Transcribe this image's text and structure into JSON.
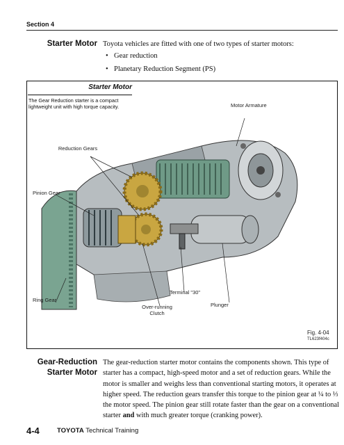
{
  "header": {
    "section": "Section 4"
  },
  "starter_motor": {
    "heading": "Starter Motor",
    "intro": "Toyota vehicles are fitted with one of two types of starter motors:",
    "bullets": [
      "Gear reduction",
      "Planetary Reduction Segment (PS)"
    ]
  },
  "figure": {
    "title": "Starter Motor",
    "caption": "The Gear Reduction starter is a compact lightweight unit with high torque capacity.",
    "callouts": {
      "motor_armature": "Motor Armature",
      "reduction_gears": "Reduction Gears",
      "pinion_gear": "Pinion Gear",
      "ring_gear": "Ring Gear",
      "terminal_30": "Terminal \"30\"",
      "overrunning_clutch": "Over-running Clutch",
      "plunger": "Plunger"
    },
    "fig_number": "Fig. 4-04",
    "fig_code": "TL623f404c"
  },
  "gear_reduction": {
    "heading": "Gear-Reduction Starter Motor",
    "text_before_bold": "The gear-reduction starter motor contains the components shown. This type of starter has a compact, high-speed motor and a set of reduction gears. While the motor is smaller and weighs less than conventional starting motors, it operates at higher speed. The reduction gears transfer this torque to the pinion gear at ¼ to ⅓ the motor speed. The pinion gear still rotate faster than the gear on a conventional starter",
    "bold_word": "and",
    "text_after_bold": "with much greater torque (cranking power)."
  },
  "footer": {
    "page": "4-4",
    "brand": "TOYOTA",
    "brand_rest": "Technical Training"
  },
  "colors": {
    "gear_gold": "#c9a641",
    "coil_green": "#6f9a87",
    "casing_grey": "#9aa2a6"
  }
}
